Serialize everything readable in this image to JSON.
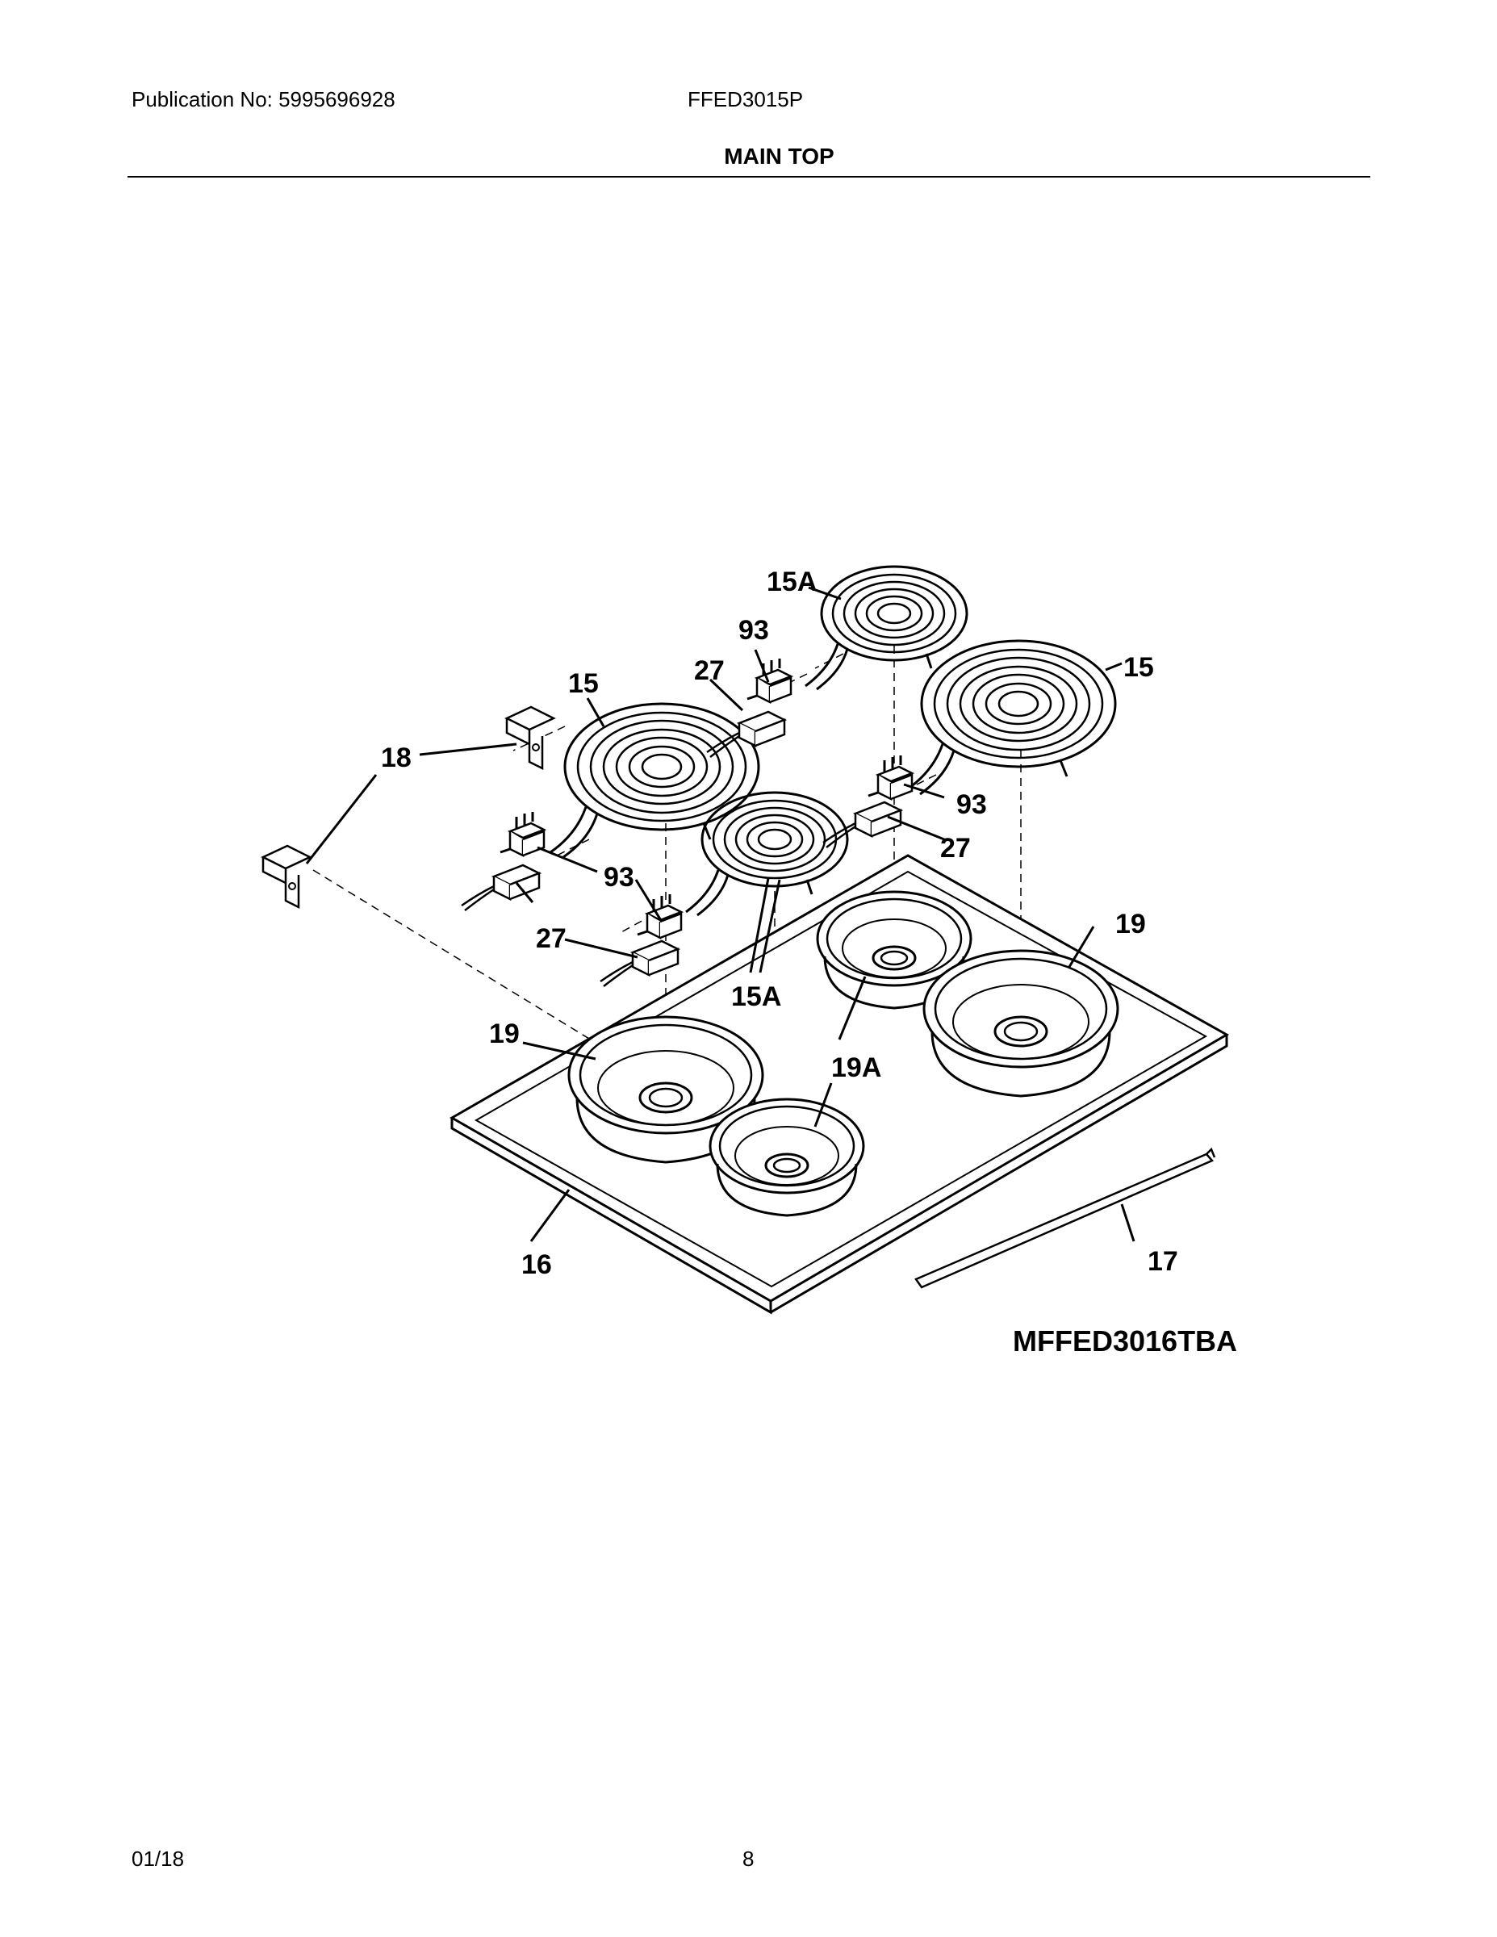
{
  "header": {
    "publication": "Publication No: 5995696928",
    "model": "FFED3015P",
    "section_title": "MAIN TOP"
  },
  "diagram": {
    "id": "MFFED3016TBA",
    "callouts": [
      "15A",
      "93",
      "15",
      "27",
      "15",
      "18",
      "93",
      "27",
      "93",
      "27",
      "15A",
      "19",
      "19",
      "19A",
      "16",
      "17"
    ]
  },
  "footer": {
    "date": "01/18",
    "page": "8"
  }
}
